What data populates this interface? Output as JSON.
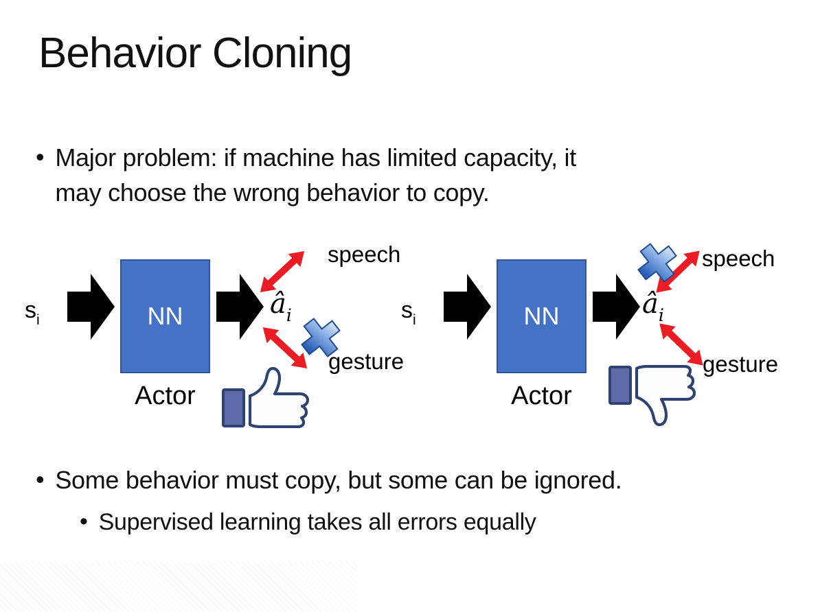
{
  "slide": {
    "title": "Behavior Cloning",
    "bullets": {
      "glyph": "•",
      "major_problem_line1": "Major problem: if machine has limited capacity, it",
      "major_problem_line2": "may choose the wrong behavior to copy.",
      "some_behavior": "Some behavior must copy, but some can be ignored.",
      "supervised": "Supervised learning takes all errors equally"
    }
  },
  "diagrams": [
    {
      "name": "expert-demonstration-left",
      "input_label": "s",
      "input_subscript": "i",
      "nn_label": "NN",
      "actor_label": "Actor",
      "output_label": "â",
      "output_subscript": "i",
      "speech_label": "speech",
      "gesture_label": "gesture",
      "crossed_out": "gesture",
      "feedback_icon": "thumbs-up-icon"
    },
    {
      "name": "wrong-behavior-right",
      "input_label": "s",
      "input_subscript": "i",
      "nn_label": "NN",
      "actor_label": "Actor",
      "output_label": "â",
      "output_subscript": "i",
      "speech_label": "speech",
      "gesture_label": "gesture",
      "crossed_out": "speech",
      "feedback_icon": "thumbs-down-icon"
    }
  ],
  "colors": {
    "background": "#FFFFFF",
    "text": "#111111",
    "nn_box_fill": "#4472C4",
    "nn_box_border": "#2F5597",
    "flow_arrow_black": "#000000",
    "relation_arrow_red": "#EC1C24",
    "cross_blue_light": "#E9F2FC",
    "cross_blue_mid": "#8FB3E8",
    "cross_blue_dark": "#2A5FB8",
    "thumb_outline_blue": "#2E4372",
    "thumb_cuff_fill": "#5B6CA8"
  }
}
